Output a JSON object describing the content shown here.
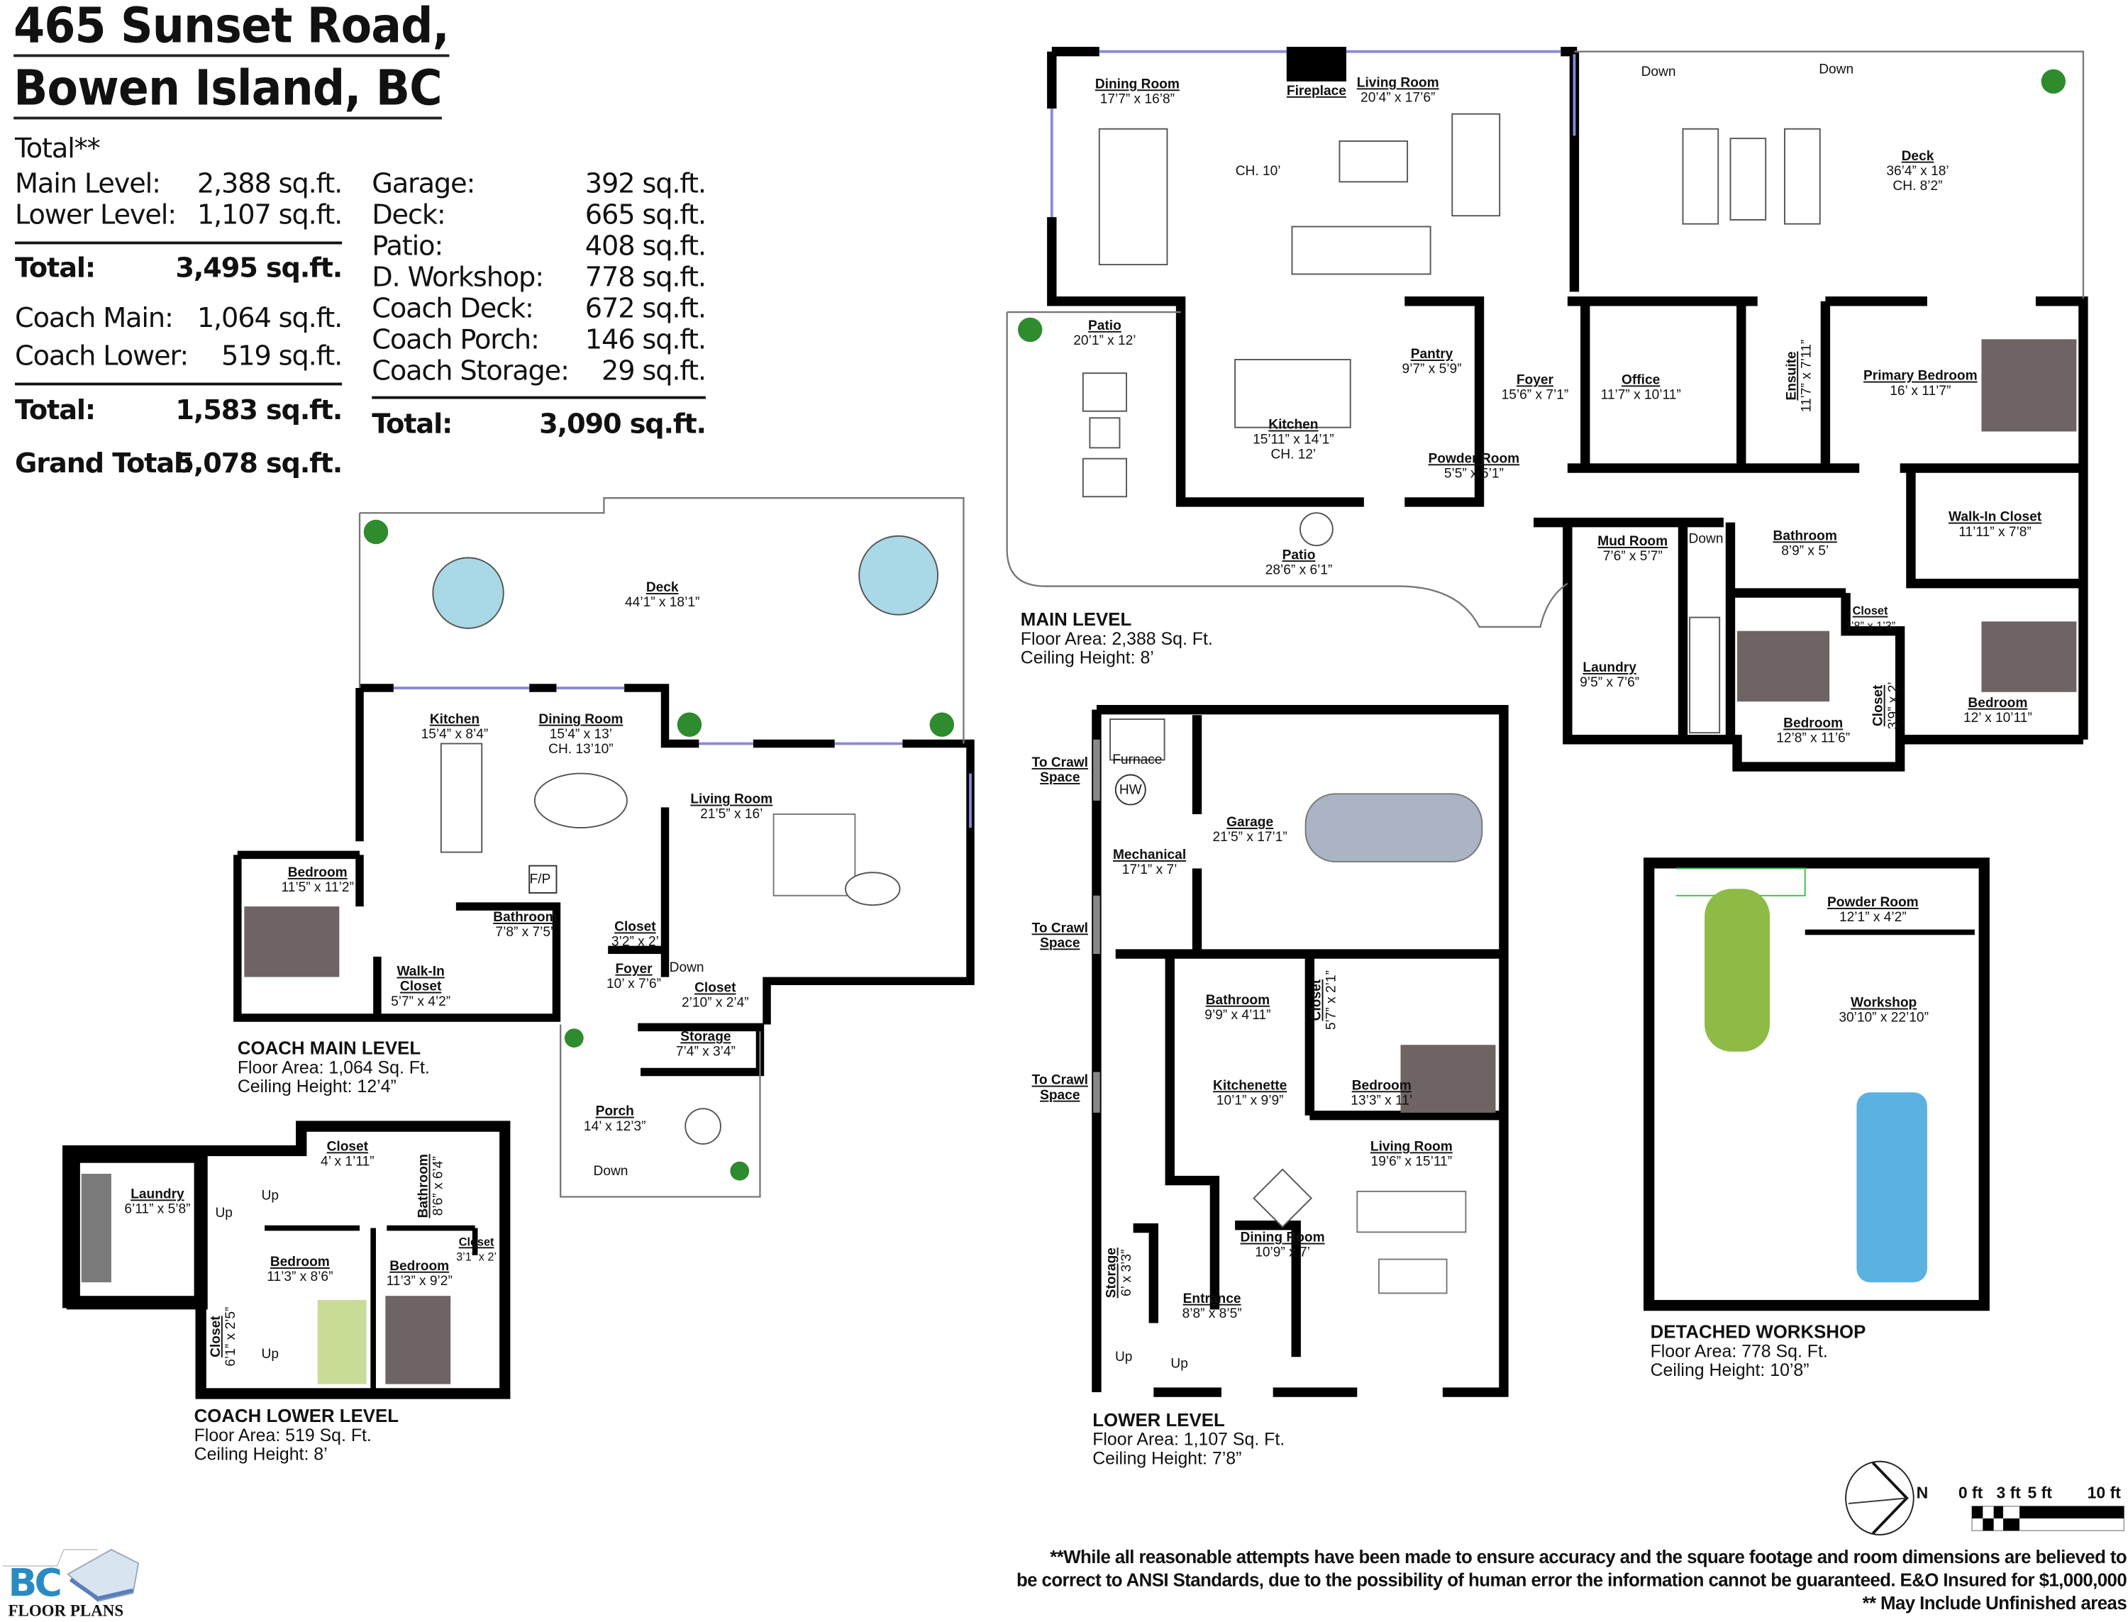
{
  "header": {
    "title_line1": "465 Sunset Road,",
    "title_line2": "Bowen Island, BC",
    "total_label": "Total**"
  },
  "summary": {
    "left": [
      {
        "label": "Main Level:",
        "value": "2,388 sq.ft."
      },
      {
        "label": "Lower Level:",
        "value": "1,107 sq.ft."
      },
      {
        "label": "Total:",
        "value": "3,495 sq.ft.",
        "bold": true
      },
      {
        "label": "Coach Main:",
        "value": "1,064 sq.ft."
      },
      {
        "label": "Coach Lower:",
        "value": "519 sq.ft."
      },
      {
        "label": "Total:",
        "value": "1,583 sq.ft.",
        "bold": true
      },
      {
        "label": "Grand Total:",
        "value": "5,078 sq.ft.",
        "bold": true
      }
    ],
    "right": [
      {
        "label": "Garage:",
        "value": "392 sq.ft."
      },
      {
        "label": "Deck:",
        "value": "665 sq.ft."
      },
      {
        "label": "Patio:",
        "value": "408 sq.ft."
      },
      {
        "label": "D. Workshop:",
        "value": "778 sq.ft."
      },
      {
        "label": "Coach Deck:",
        "value": "672 sq.ft."
      },
      {
        "label": "Coach Porch:",
        "value": "146 sq.ft."
      },
      {
        "label": "Coach Storage:",
        "value": "29 sq.ft."
      },
      {
        "label": "Total:",
        "value": "3,090 sq.ft.",
        "bold": true
      }
    ]
  },
  "levels": {
    "main": {
      "title": "MAIN LEVEL",
      "floor_area": "Floor Area: 2,388 Sq. Ft.",
      "ceiling": "Ceiling Height: 8’",
      "rooms": [
        {
          "name": "Dining Room",
          "dims": [
            "17’7” x 16’8”"
          ]
        },
        {
          "name": "Living Room",
          "dims": [
            "20’4” x 17’6”"
          ]
        },
        {
          "name": "Fireplace",
          "dims": []
        },
        {
          "name": "Deck",
          "dims": [
            "36’4” x 18’",
            "CH. 8’2”"
          ]
        },
        {
          "name": "Patio",
          "dims": [
            "20’1” x 12’"
          ]
        },
        {
          "name": "Pantry",
          "dims": [
            "9’7” x 5’9”"
          ]
        },
        {
          "name": "Foyer",
          "dims": [
            "15’6” x 7’1”"
          ]
        },
        {
          "name": "Office",
          "dims": [
            "11’7” x 10’11”"
          ]
        },
        {
          "name": "Ensuite",
          "dims": [
            "11’7” x 7’11”"
          ]
        },
        {
          "name": "Primary Bedroom",
          "dims": [
            "16’ x 11’7”"
          ]
        },
        {
          "name": "Kitchen",
          "dims": [
            "15’11” x 14’1”",
            "CH. 12’"
          ]
        },
        {
          "name": "Powder Room",
          "dims": [
            "5’5” x 5’1”"
          ]
        },
        {
          "name": "Walk-In Closet",
          "dims": [
            "11’11” x 7’8”"
          ]
        },
        {
          "name": "Mud Room",
          "dims": [
            "7’6” x 5’7”"
          ]
        },
        {
          "name": "Bathroom",
          "dims": [
            "8’9” x 5’"
          ]
        },
        {
          "name": "Patio",
          "dims": [
            "28’6” x 6’1”"
          ]
        },
        {
          "name": "Closet",
          "dims": [
            "1’8” x 1’3”"
          ]
        },
        {
          "name": "Laundry",
          "dims": [
            "9’5” x 7’6”"
          ]
        },
        {
          "name": "Bedroom",
          "dims": [
            "12’8” x 11’6”"
          ]
        },
        {
          "name": "Closet",
          "dims": [
            "3’9” x 2’"
          ]
        },
        {
          "name": "Bedroom",
          "dims": [
            "12’ x 10’11”"
          ]
        }
      ],
      "notes": [
        "CH. 10’",
        "Down",
        "Down",
        "Down"
      ]
    },
    "coach_main": {
      "title": "COACH MAIN LEVEL",
      "floor_area": "Floor Area: 1,064 Sq. Ft.",
      "ceiling": "Ceiling Height: 12’4”",
      "rooms": [
        {
          "name": "Deck",
          "dims": [
            "44’1” x 18’1”"
          ]
        },
        {
          "name": "Kitchen",
          "dims": [
            "15’4” x 8’4”"
          ]
        },
        {
          "name": "Dining Room",
          "dims": [
            "15’4” x 13’",
            "CH. 13’10”"
          ]
        },
        {
          "name": "Living Room",
          "dims": [
            "21’5” x 16’"
          ]
        },
        {
          "name": "Bedroom",
          "dims": [
            "11’5” x 11’2”"
          ]
        },
        {
          "name": "Bathroom",
          "dims": [
            "7’8” x 7’5”"
          ]
        },
        {
          "name": "Closet",
          "dims": [
            "3’2” x 2’"
          ]
        },
        {
          "name": "Walk-In Closet",
          "dims": [
            "5’7” x 4’2”"
          ]
        },
        {
          "name": "Foyer",
          "dims": [
            "10’ x 7’6”"
          ]
        },
        {
          "name": "Closet",
          "dims": [
            "2’10” x 2’4”"
          ]
        },
        {
          "name": "Storage",
          "dims": [
            "7’4” x 3’4”"
          ]
        },
        {
          "name": "Porch",
          "dims": [
            "14’ x 12’3”"
          ]
        }
      ],
      "notes": [
        "F/P",
        "Down",
        "Down"
      ]
    },
    "coach_lower": {
      "title": "COACH LOWER LEVEL",
      "floor_area": "Floor Area: 519 Sq. Ft.",
      "ceiling": "Ceiling Height: 8’",
      "rooms": [
        {
          "name": "Closet",
          "dims": [
            "4’ x 1’11”"
          ]
        },
        {
          "name": "Laundry",
          "dims": [
            "6’11” x 5’8”"
          ]
        },
        {
          "name": "Bathroom",
          "dims": [
            "8’6” x 6’4”"
          ]
        },
        {
          "name": "Closet",
          "dims": [
            "3’1” x 2’"
          ]
        },
        {
          "name": "Bedroom",
          "dims": [
            "11’3” x 8’6”"
          ]
        },
        {
          "name": "Bedroom",
          "dims": [
            "11’3” x 9’2”"
          ]
        },
        {
          "name": "Closet",
          "dims": [
            "6’1” x 2’5”"
          ]
        }
      ],
      "notes": [
        "Up",
        "Up",
        "Up"
      ]
    },
    "lower": {
      "title": "LOWER LEVEL",
      "floor_area": "Floor Area: 1,107 Sq. Ft.",
      "ceiling": "Ceiling Height: 7’8”",
      "rooms": [
        {
          "name": "Garage",
          "dims": [
            "21’5” x 17’1”"
          ]
        },
        {
          "name": "Mechanical",
          "dims": [
            "17’1” x 7’"
          ]
        },
        {
          "name": "Bathroom",
          "dims": [
            "9’9” x 4’11”"
          ]
        },
        {
          "name": "Closet",
          "dims": [
            "5’7” x 2’1”"
          ]
        },
        {
          "name": "Kitchenette",
          "dims": [
            "10’1” x 9’9”"
          ]
        },
        {
          "name": "Bedroom",
          "dims": [
            "13’3” x 11’"
          ]
        },
        {
          "name": "Living Room",
          "dims": [
            "19’6” x 15’11”"
          ]
        },
        {
          "name": "Dining Room",
          "dims": [
            "10’9” x 7’"
          ]
        },
        {
          "name": "Storage",
          "dims": [
            "6’ x 3’3”"
          ]
        },
        {
          "name": "Entrance",
          "dims": [
            "8’8” x 8’5”"
          ]
        },
        {
          "name": "To Crawl Space",
          "dims": []
        },
        {
          "name": "To Crawl Space",
          "dims": []
        },
        {
          "name": "To Crawl Space",
          "dims": []
        }
      ],
      "notes": [
        "Furnace",
        "HW",
        "Up",
        "Up"
      ]
    },
    "workshop": {
      "title": "DETACHED WORKSHOP",
      "floor_area": "Floor Area: 778 Sq. Ft.",
      "ceiling": "Ceiling Height: 10’8”",
      "rooms": [
        {
          "name": "Powder Room",
          "dims": [
            "12’1” x 4’2”"
          ]
        },
        {
          "name": "Workshop",
          "dims": [
            "30’10” x 22’10”"
          ]
        }
      ],
      "notes": []
    }
  },
  "compass": {
    "label": "N",
    "icon": "north-arrow-icon"
  },
  "scale_bar": {
    "ticks": [
      "0 ft",
      "3 ft",
      "5 ft",
      "10 ft"
    ]
  },
  "disclaimer": [
    "**While all reasonable attempts have been made to ensure accuracy and the square footage and room dimensions are believed to",
    "be correct to ANSI Standards, due to the possibility of human error the information cannot be guaranteed. E&O Insured for $1,000,000",
    "** May Include Unfinished areas"
  ],
  "logo": {
    "text_mark": "BC",
    "text_name": "FLOOR PLANS"
  },
  "colors": {
    "wall": "#000000",
    "window": "#8a8ad8",
    "door_swing": "#3cbf4a",
    "bed": "#6e6464",
    "umbrella": "#a9d8e6",
    "plant": "#2e8b2e",
    "car_grey": "#aab4c4",
    "car_green": "#8dbb45",
    "truck_blue": "#5bb2e0",
    "logo_blue": "#2a8bc4"
  }
}
